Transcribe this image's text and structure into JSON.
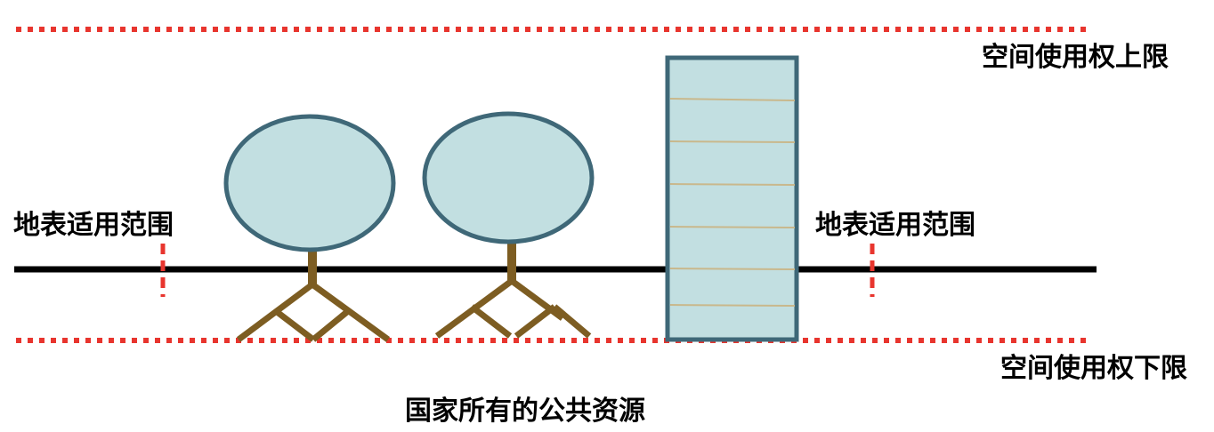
{
  "labels": {
    "upper_limit": "空间使用权上限",
    "lower_limit": "空间使用权下限",
    "surface_left": "地表适用范围",
    "surface_right": "地表适用范围",
    "state_owned": "国家所有的公共资源"
  },
  "colors": {
    "limit_line": "#e8352e",
    "ground_line": "#000000",
    "canopy_fill": "#c2dfe1",
    "canopy_stroke": "#3f6878",
    "trunk": "#7d5d22",
    "building_fill": "#c2dfe1",
    "building_stroke": "#3f6878",
    "floor_line": "#c9b88c"
  },
  "elements": {
    "trees": 2,
    "building_floor_lines": 6
  }
}
